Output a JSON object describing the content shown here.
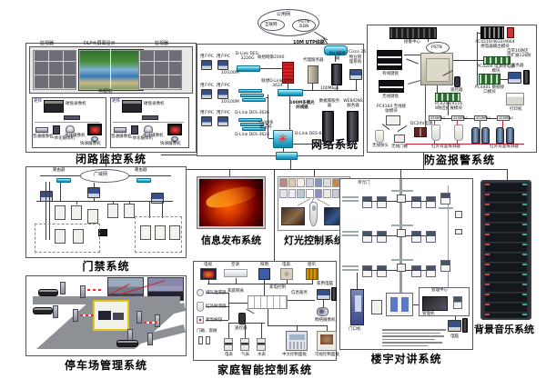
{
  "titles": {
    "cctv": "闭路监控系统",
    "network": "网络系统",
    "alarm": "防盗报警系统",
    "access": "门禁系统",
    "info": "信息发布系统",
    "lighting": "灯光控制系统",
    "parking": "停车场管理系统",
    "home": "家庭智能控制系统",
    "intercom": "楼宇对讲系统",
    "music": "背景音乐系统"
  },
  "cloud": {
    "top": "公用网",
    "internet": "互联网",
    "pstn": "PSTN ISDN"
  },
  "net": {
    "utp": "10M UTP线路",
    "router": "Cisco 2611",
    "firewall": "联想网御2000",
    "proxy": "代理服务器",
    "mail": "Mail服务器",
    "pms": "物业管理系统",
    "sw_top": "联想D-Link DES-3624",
    "mbps": "100Mbps",
    "pc": "用户PC",
    "sw1": "D-Link DES-3226G",
    "sw2": "D-Link DES-3626",
    "sw3": "D-Link DES-3624",
    "link": "10/100M",
    "fiber": "100M多模光纤线路",
    "fiber2": "100M多模光纤",
    "core": "D-Link DES-6000",
    "db": "数据库服务器",
    "web": "WEB/DNS服务器"
  },
  "cctv": {
    "mon": "监视器",
    "dlp": "DLP大屏幕显示",
    "wall": "电视墙",
    "matrix": "矩阵",
    "dvr": "硬盘录像机",
    "cam1": "普通摄像机",
    "cam2": "一体化摄像机",
    "cam3": "半球摄像机",
    "cam4": "快球摄像机"
  },
  "alarm": {
    "center": "接警中心",
    "pstn": "PSTN",
    "kb1": "有线键盘",
    "kb2": "无线键盘",
    "panel": "自带16防区 可扩展128防区",
    "remote": "遥控器",
    "m1": "PC4216/4632/4664 继电器输出模块",
    "m2": "PC4204 电源继电器模块",
    "m3": "PC4401 数据接口模块",
    "server": "服务器",
    "printer": "打印机",
    "m4": "PC4208/4116 8防区扩展模块",
    "m5": "PC4164 无线接收模块",
    "wsensor": "无线探头",
    "wdoor": "无线门磁",
    "power": "DC24V电源",
    "module": "4248PRO",
    "pir": "红外双鉴探测器"
  },
  "access": {
    "wan": "广域网",
    "router": "路由器"
  },
  "home": {
    "tv": "电视",
    "ac": "空调",
    "light": "照明",
    "fan": "电扇",
    "curtain": "窗帘",
    "ctrl": "家电控制",
    "gas": "煤气泄漏器",
    "ir": "红外探测器",
    "panic": "紧急按钮",
    "gateway": "家庭网关",
    "remote": "遥控器",
    "door": "门磁、窗磁",
    "em": "电表",
    "gm": "气表",
    "wm": "水表",
    "info": "信息服务",
    "pc": "家用电脑",
    "cam": "网络摄像机",
    "panel1": "中文控制面板",
    "panel2": "可视控制面板"
  },
  "intercom": {
    "unit": "单元门",
    "mc": "管理中心",
    "mgr": "管理机",
    "doorphone": "门口机",
    "pc": "电脑"
  }
}
